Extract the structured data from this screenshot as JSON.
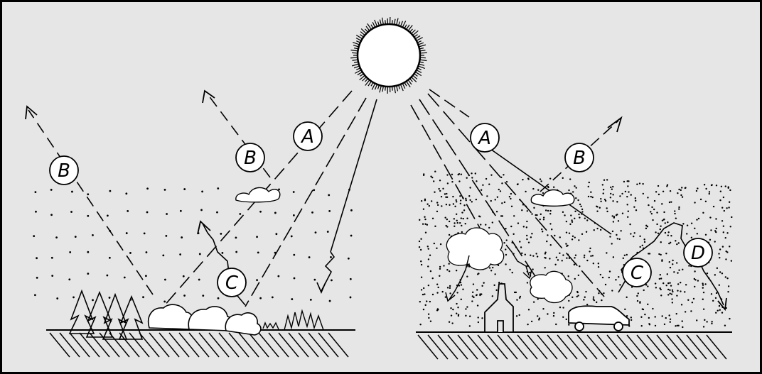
{
  "colors": {
    "background": "#e6e6e6",
    "frame": "#000000",
    "ink": "#000000",
    "label_fill": "#ffffff"
  },
  "labels": {
    "left_b_far": "B",
    "left_b_near": "B",
    "left_a": "A",
    "left_c": "C",
    "right_a": "A",
    "right_b": "B",
    "right_c": "C",
    "right_d": "D"
  }
}
